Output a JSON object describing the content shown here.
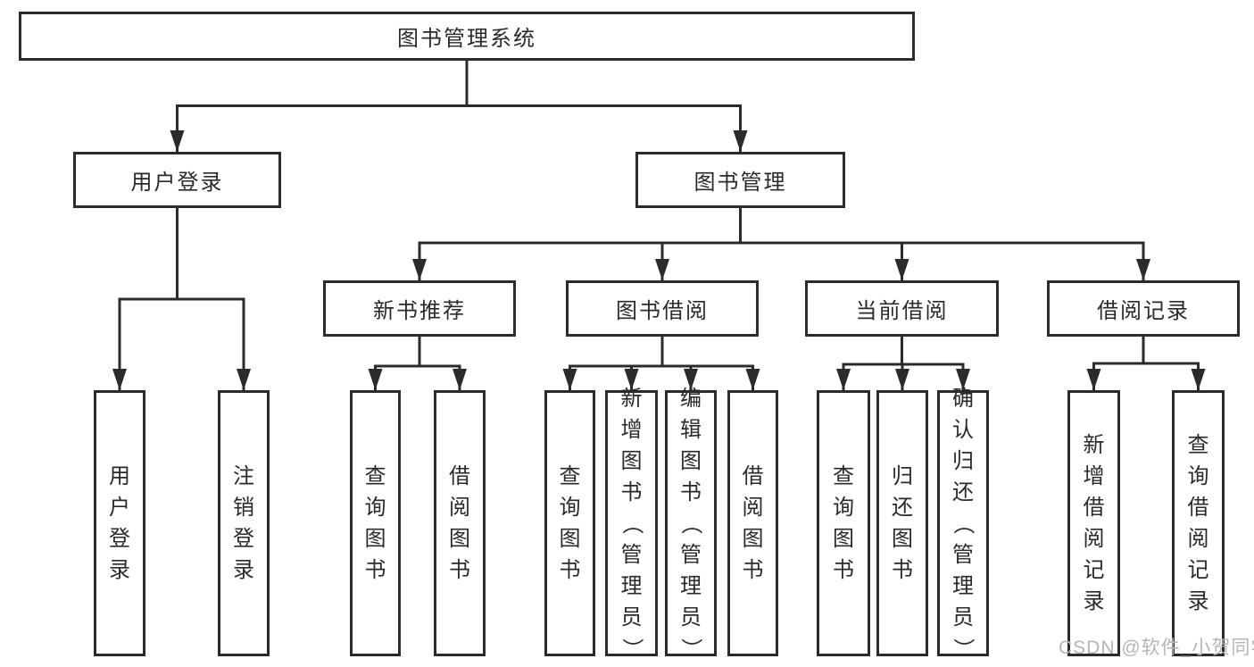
{
  "diagram": {
    "title": "图书管理系统",
    "type": "hierarchy-tree",
    "colors": {
      "line": "#2b2b2b",
      "box_border": "#2b2b2b",
      "box_fill": "#ffffff",
      "text": "#2a2a2a",
      "watermark": "#b4b4bc",
      "background": "#ffffff"
    }
  },
  "tree": {
    "label": "图书管理系统",
    "children": [
      {
        "label": "用户登录",
        "children": [
          {
            "label": "用户登录"
          },
          {
            "label": "注销登录"
          }
        ]
      },
      {
        "label": "图书管理",
        "children": [
          {
            "label": "新书推荐",
            "children": [
              {
                "label": "查询图书"
              },
              {
                "label": "借阅图书"
              }
            ]
          },
          {
            "label": "图书借阅",
            "children": [
              {
                "label": "查询图书"
              },
              {
                "label": "新增图书（管理员）"
              },
              {
                "label": "编辑图书（管理员）"
              },
              {
                "label": "借阅图书"
              }
            ]
          },
          {
            "label": "当前借阅",
            "children": [
              {
                "label": "查询图书"
              },
              {
                "label": "归还图书"
              },
              {
                "label": "确认归还（管理员）"
              }
            ]
          },
          {
            "label": "借阅记录",
            "children": [
              {
                "label": "新增借阅记录"
              },
              {
                "label": "查询借阅记录"
              }
            ]
          }
        ]
      }
    ]
  },
  "watermark": "CSDN @软件_小贺同学"
}
